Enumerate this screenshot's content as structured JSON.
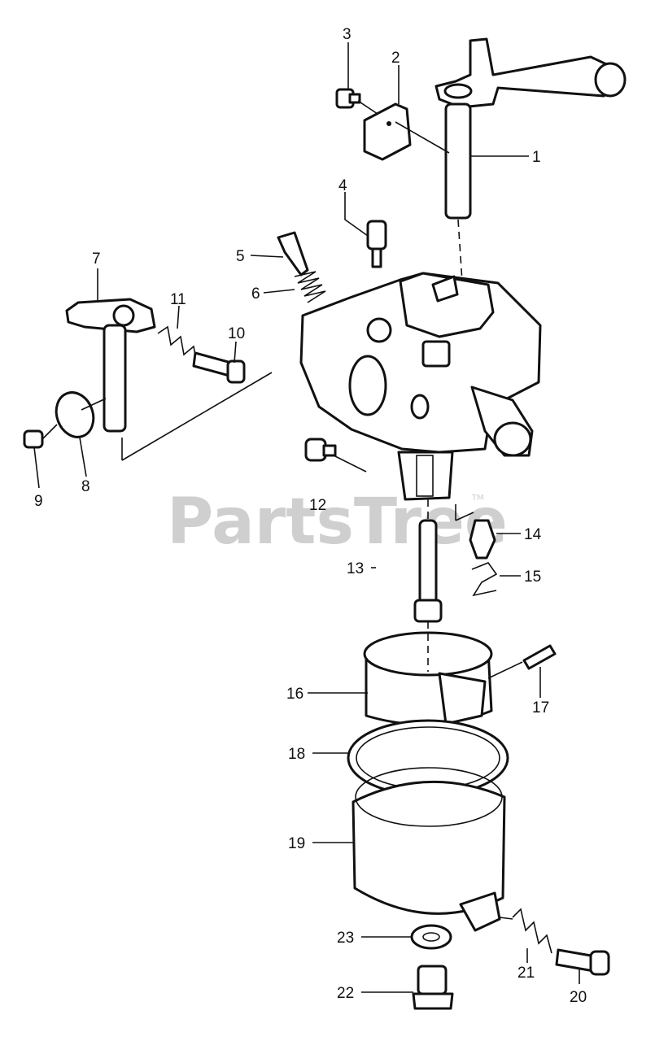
{
  "watermark": {
    "text": "PartsTree",
    "trademark": "TM"
  },
  "callouts": [
    "1",
    "2",
    "3",
    "4",
    "5",
    "6",
    "7",
    "8",
    "9",
    "10",
    "11",
    "12",
    "13",
    "14",
    "15",
    "16",
    "17",
    "18",
    "19",
    "20",
    "21",
    "22",
    "23"
  ]
}
